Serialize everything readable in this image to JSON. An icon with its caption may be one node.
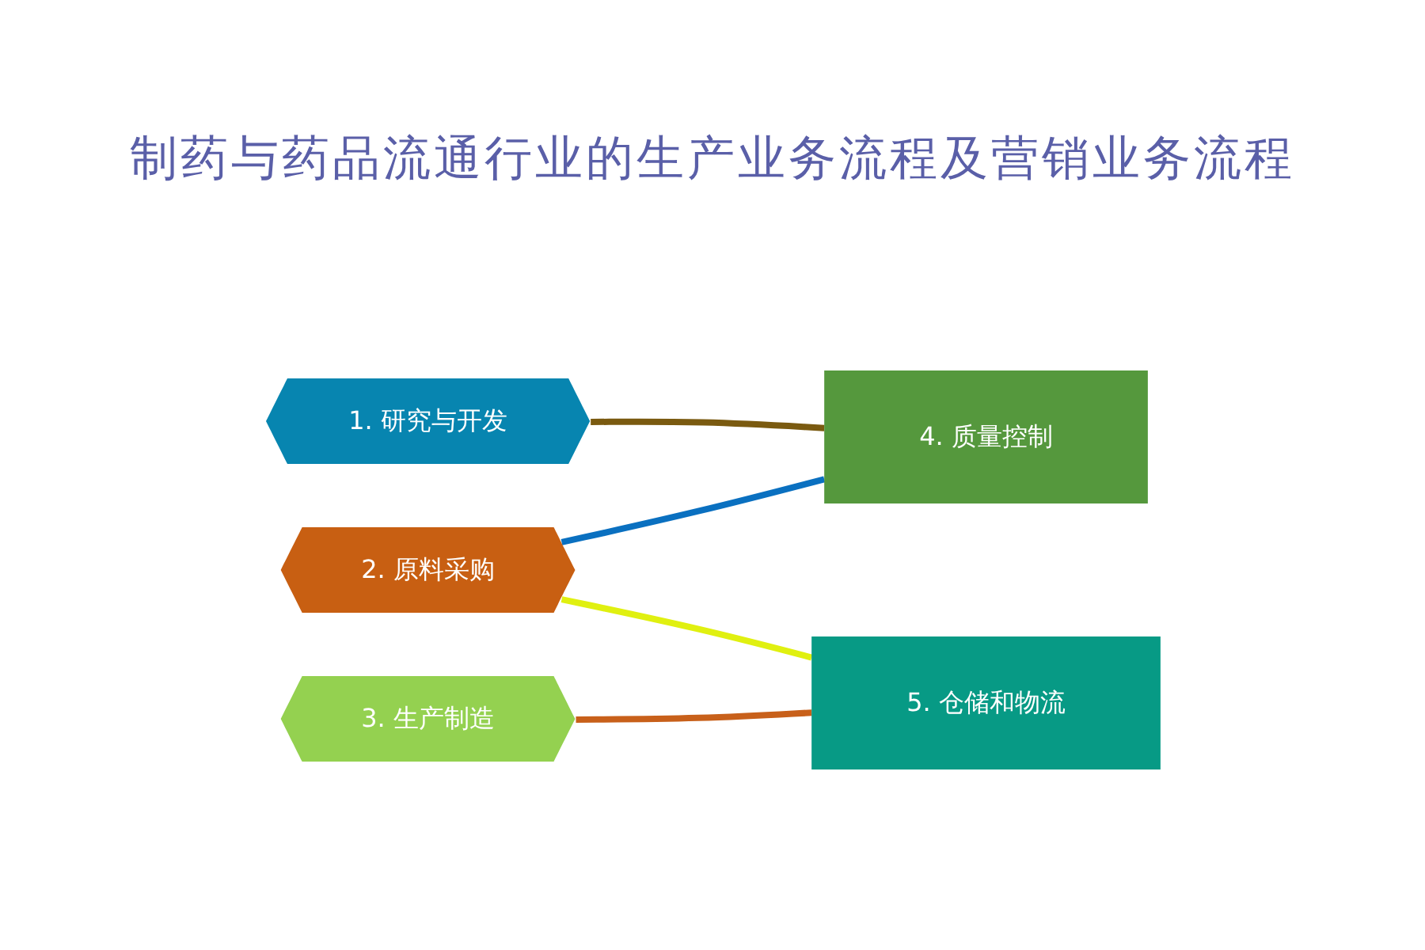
{
  "diagram": {
    "title": "制药与药品流通行业的生产业务流程及营销业务流程",
    "nodes": [
      {
        "text": [
          "1. 研究与开发"
        ]
      },
      {
        "text": [
          "2. 原料采购"
        ]
      },
      {
        "text": [
          "3. 生产制造"
        ]
      },
      {
        "text": [
          "4. 质量控制"
        ]
      },
      {
        "text": [
          "5. 仓储和物流"
        ]
      }
    ],
    "edges": [
      {
        "from": 0,
        "to": 3,
        "arrow": "none",
        "color": "#7a5a10"
      },
      {
        "from": 1,
        "to": 3,
        "arrow": "none",
        "color": "#0a70c0"
      },
      {
        "from": 1,
        "to": 4,
        "arrow": "none",
        "color": "#e0f010"
      },
      {
        "from": 2,
        "to": 4,
        "arrow": "none",
        "color": "#c8601a"
      }
    ]
  }
}
